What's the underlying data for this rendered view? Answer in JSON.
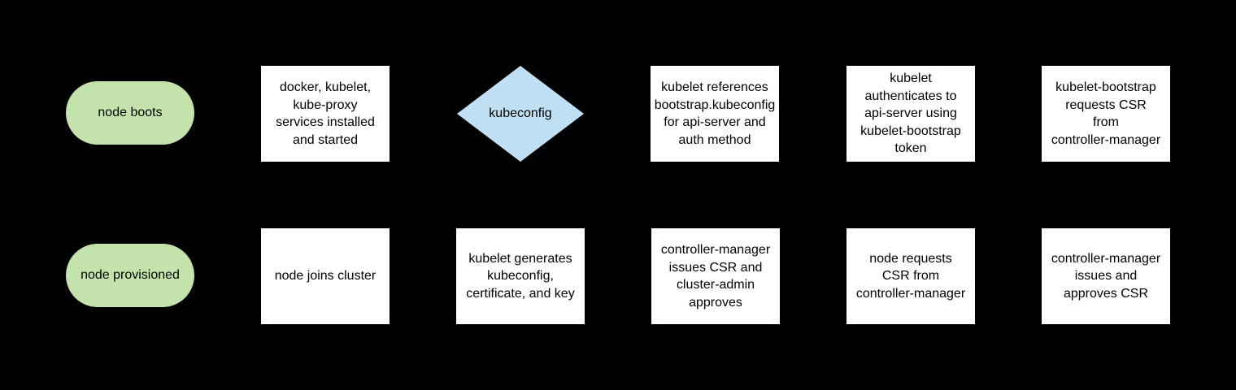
{
  "diagram": {
    "colors": {
      "background": "#000000",
      "terminator_fill": "#c4e3ac",
      "decision_fill": "#bfe0f2",
      "process_fill": "#ffffff",
      "text": "#000000"
    },
    "nodes": [
      {
        "id": "node-boots",
        "shape": "terminator",
        "row": 1,
        "label": "node boots"
      },
      {
        "id": "services-installed",
        "shape": "process",
        "row": 1,
        "label": "docker, kubelet,\nkube-proxy\nservices installed\nand started"
      },
      {
        "id": "kubeconfig-decision",
        "shape": "decision",
        "row": 1,
        "label": "kubeconfig"
      },
      {
        "id": "kubelet-references-bootstrap-kubeconfig",
        "shape": "process",
        "row": 1,
        "label": "kubelet references\nbootstrap.kubeconfig\nfor api-server and\nauth method"
      },
      {
        "id": "kubelet-authenticates",
        "shape": "process",
        "row": 1,
        "label": "kubelet\nauthenticates to\napi-server using\nkubelet-bootstrap\ntoken"
      },
      {
        "id": "kubelet-bootstrap-requests-csr",
        "shape": "process",
        "row": 1,
        "label": "kubelet-bootstrap\nrequests CSR\nfrom\ncontroller-manager"
      },
      {
        "id": "node-provisioned",
        "shape": "terminator",
        "row": 2,
        "label": "node provisioned"
      },
      {
        "id": "node-joins-cluster",
        "shape": "process",
        "row": 2,
        "label": "node joins cluster"
      },
      {
        "id": "kubelet-generates-kubeconfig",
        "shape": "process",
        "row": 2,
        "label": "kubelet generates\nkubeconfig,\ncertificate, and key"
      },
      {
        "id": "controller-manager-issues-csr-cluster-admin-approves",
        "shape": "process",
        "row": 2,
        "label": "controller-manager\nissues CSR and\ncluster-admin\napproves"
      },
      {
        "id": "node-requests-csr",
        "shape": "process",
        "row": 2,
        "label": "node requests\nCSR from\ncontroller-manager"
      },
      {
        "id": "controller-manager-issues-and-approves-csr",
        "shape": "process",
        "row": 2,
        "label": "controller-manager\nissues and\napproves CSR"
      }
    ]
  }
}
